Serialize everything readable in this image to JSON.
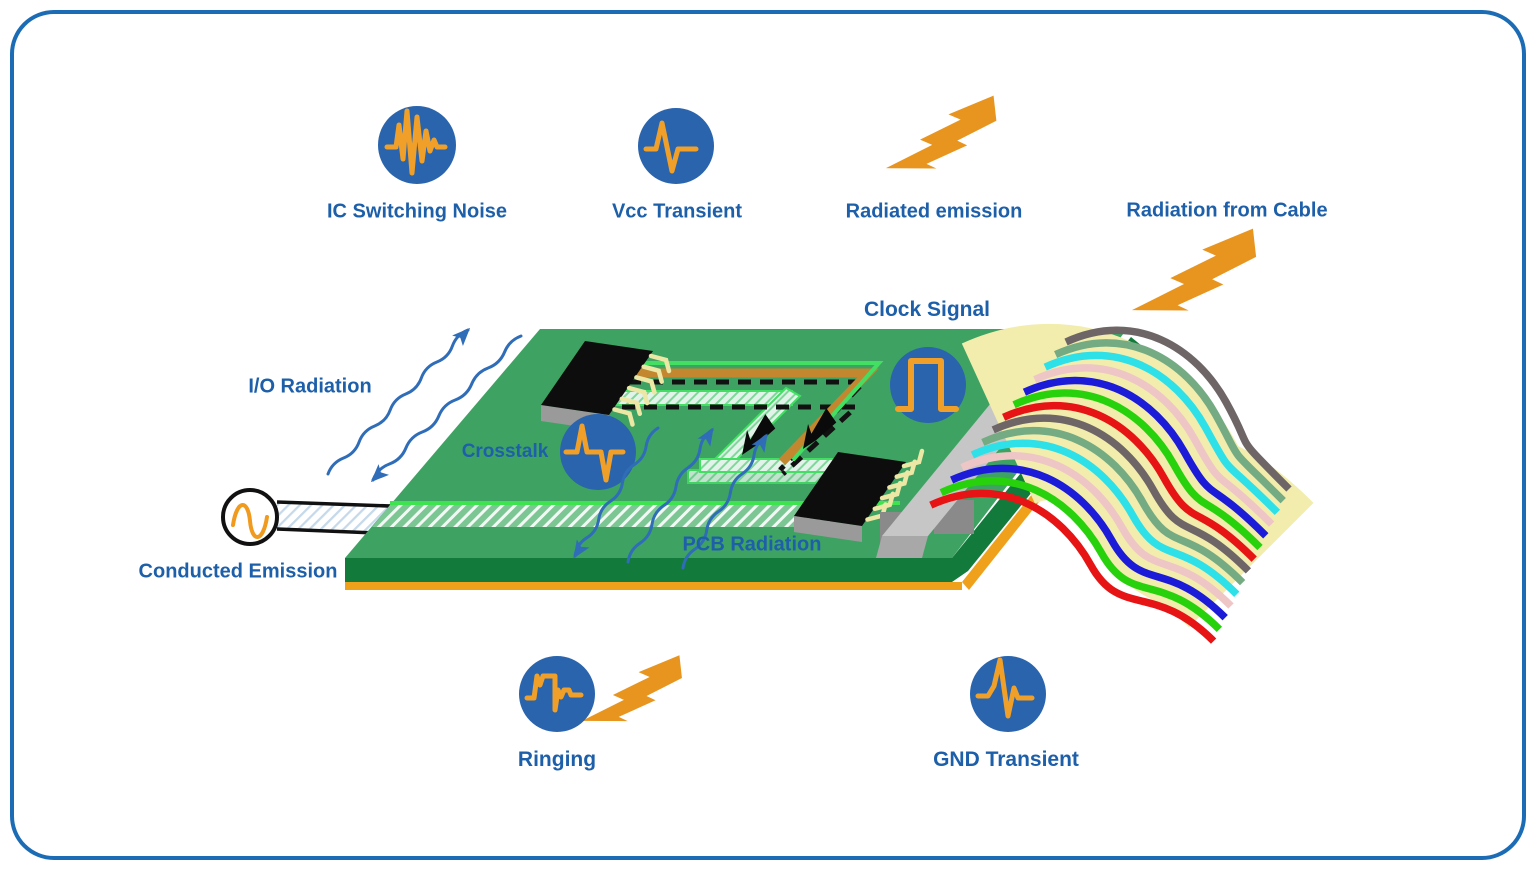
{
  "labels": {
    "ic_switching_noise": "IC Switching Noise",
    "vcc_transient": "Vcc Transient",
    "radiated_emission": "Radiated emission",
    "radiation_from_cable": "Radiation from Cable",
    "clock_signal": "Clock Signal",
    "io_radiation": "I/O Radiation",
    "crosstalk": "Crosstalk",
    "pcb_radiation": "PCB Radiation",
    "conducted_emission": "Conducted Emission",
    "ringing": "Ringing",
    "gnd_transient": "GND Transient"
  },
  "colors": {
    "frame_border": "#1b6cb5",
    "label_text": "#1d5fa9",
    "icon_circle_blue": "#2a64ad",
    "waveform_orange": "#f0a028",
    "lightning_orange": "#e8951f",
    "board_top_green": "#3ea362",
    "board_side_green": "#127a3b",
    "board_bottom_orange": "#efa11c",
    "trace_brown": "#c3872f",
    "trace_bright_green": "#42df63",
    "chip_black": "#0d0d0d",
    "chip_base_gray": "#9a9a9a",
    "pin_yellow": "#ece7a4",
    "connector_gray": "#c6c6c6",
    "wavy_arrow_blue": "#2f6db8"
  },
  "cable": {
    "background": "#f2edad",
    "pattern_repeats": 2,
    "wire_colors": [
      "#6e6666",
      "#74ab82",
      "#2ee0e8",
      "#eec6c6",
      "#1b1bd8",
      "#27d20d",
      "#e61414"
    ]
  }
}
